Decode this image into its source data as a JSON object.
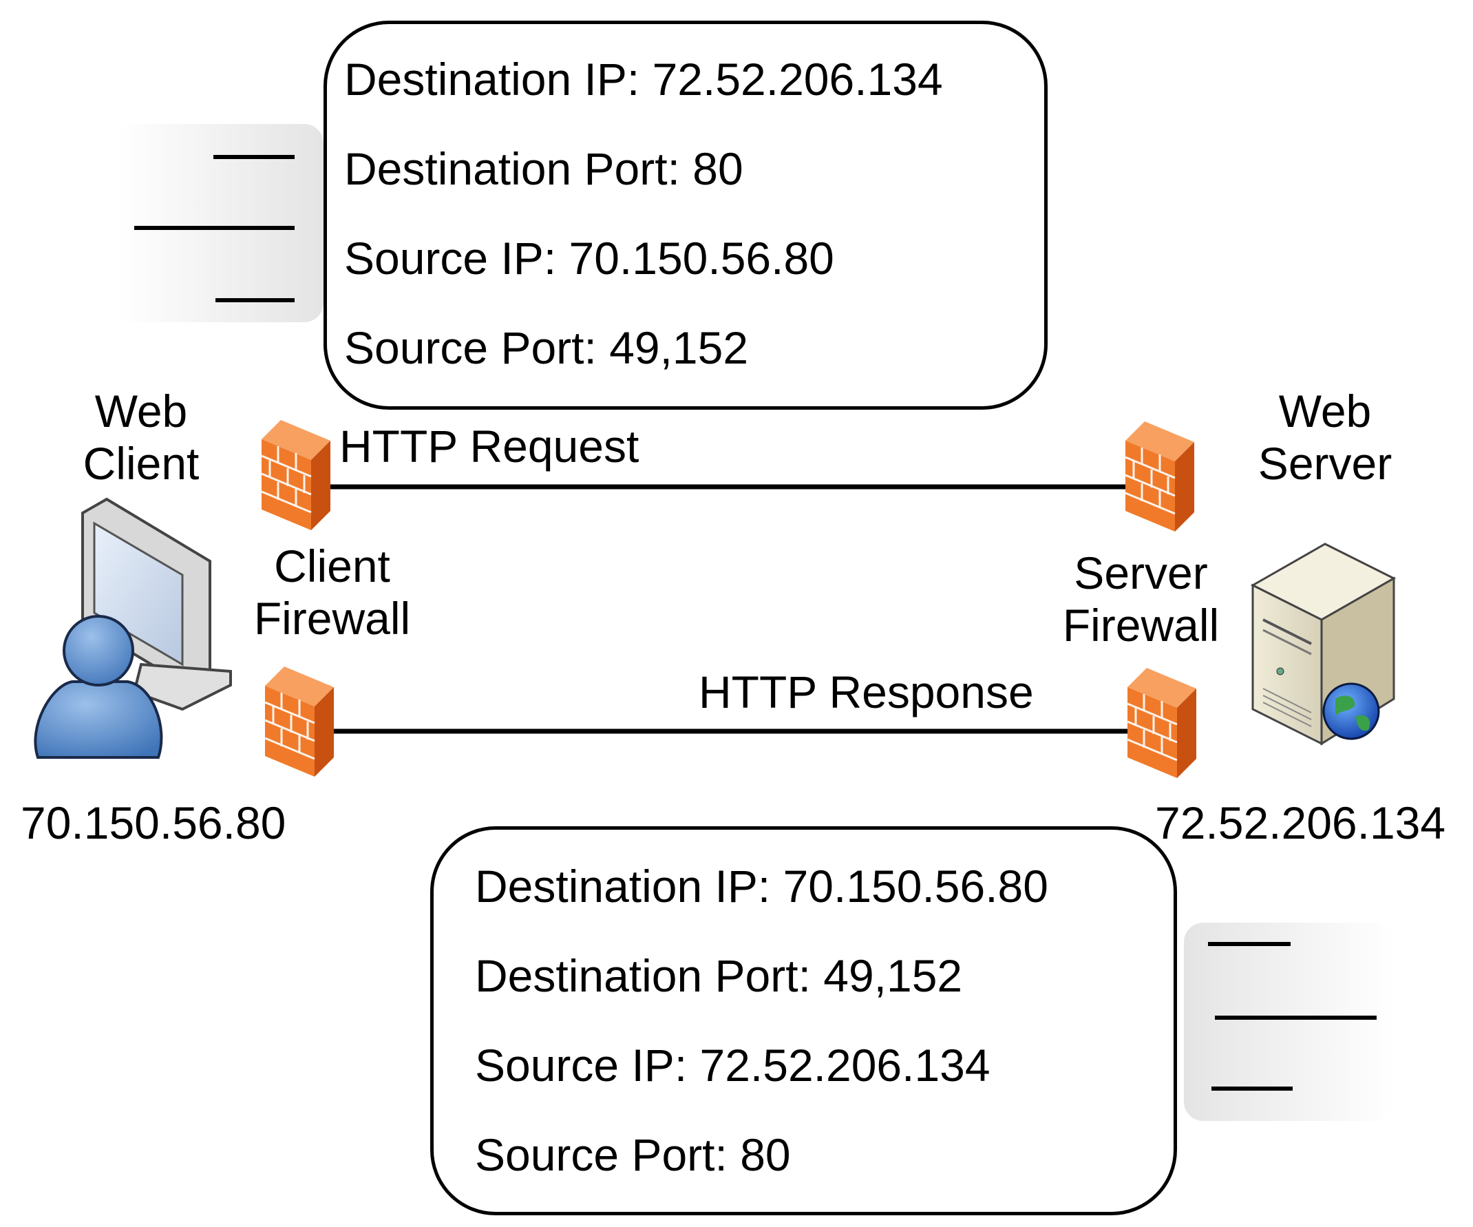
{
  "request_packet": {
    "fields": [
      {
        "label": "Destination IP:",
        "value": "72.52.206.134"
      },
      {
        "label": "Destination Port:",
        "value": "80"
      },
      {
        "label": "Source IP:",
        "value": "70.150.56.80"
      },
      {
        "label": "Source Port:",
        "value": "49,152"
      }
    ]
  },
  "response_packet": {
    "fields": [
      {
        "label": "Destination IP:",
        "value": "70.150.56.80"
      },
      {
        "label": "Destination Port:",
        "value": "49,152"
      },
      {
        "label": "Source IP:",
        "value": "72.52.206.134"
      },
      {
        "label": "Source Port:",
        "value": "80"
      }
    ]
  },
  "client": {
    "title_line1": "Web",
    "title_line2": "Client",
    "ip": "70.150.56.80",
    "icon": "user-computer-icon"
  },
  "server": {
    "title_line1": "Web",
    "title_line2": "Server",
    "ip": "72.52.206.134",
    "icon": "web-server-icon"
  },
  "client_firewall": {
    "line1": "Client",
    "line2": "Firewall",
    "icon": "firewall-icon"
  },
  "server_firewall": {
    "line1": "Server",
    "line2": "Firewall",
    "icon": "firewall-icon"
  },
  "arrows": {
    "request": "HTTP Request",
    "response": "HTTP Response"
  },
  "colors": {
    "firewall_front": "#f07a2a",
    "firewall_side": "#e06010",
    "user": "#5a8fcc",
    "line": "#000000"
  }
}
